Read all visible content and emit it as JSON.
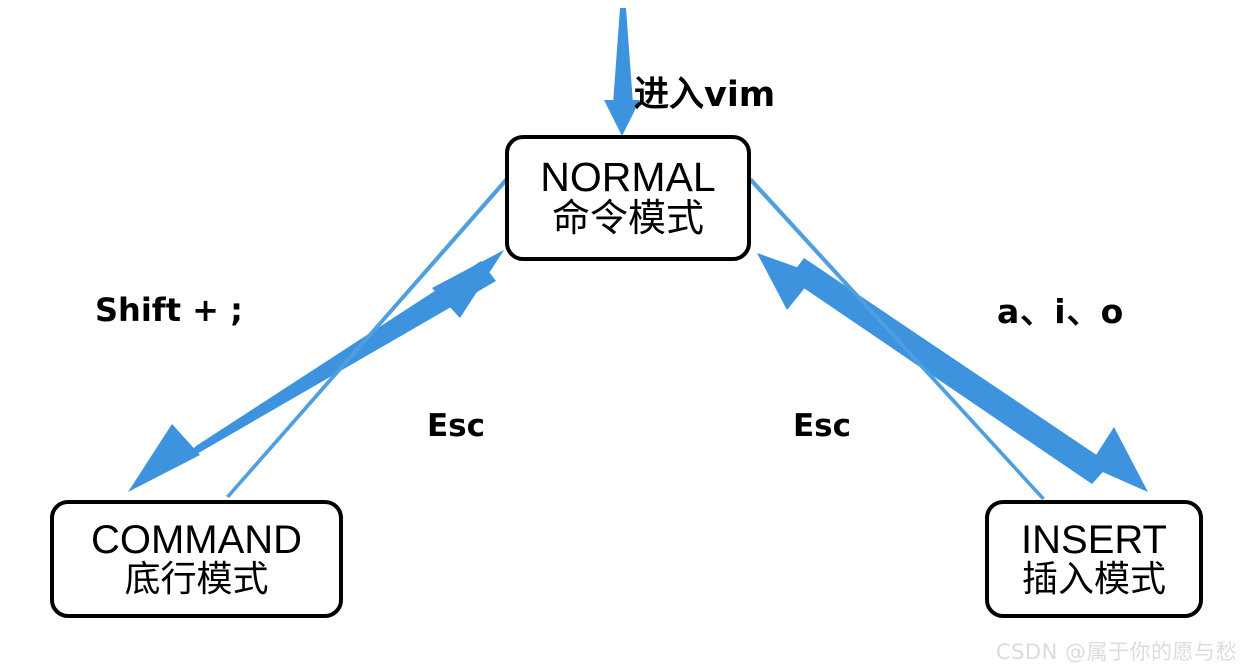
{
  "diagram": {
    "title": "vim mode switching diagram",
    "accent_color": "#3d93dd",
    "line_color": "#000000",
    "background": "#ffffff",
    "boxes": [
      {
        "id": "normal",
        "name_en": "NORMAL",
        "name_cn": "命令模式"
      },
      {
        "id": "command",
        "name_en": "COMMAND",
        "name_cn": "底行模式"
      },
      {
        "id": "insert",
        "name_en": "INSERT",
        "name_cn": "插入模式"
      }
    ],
    "labels": {
      "enter_vim": "进入vim",
      "shift_semicolon": "Shift + ;",
      "a_i_o": "a、i、o",
      "esc_left": "Esc",
      "esc_right": "Esc"
    },
    "edges": [
      {
        "from": "entry",
        "to": "normal",
        "label": "进入vim",
        "arrow": "single-down"
      },
      {
        "from": "normal",
        "to": "command",
        "label": "Shift + ;",
        "arrow": "double"
      },
      {
        "from": "command",
        "to": "normal",
        "label": "Esc",
        "arrow": "double"
      },
      {
        "from": "normal",
        "to": "insert",
        "label": "a、i、o",
        "arrow": "double"
      },
      {
        "from": "insert",
        "to": "normal",
        "label": "Esc",
        "arrow": "double"
      }
    ]
  },
  "watermark": {
    "text": "CSDN @属于你的愿与愁"
  }
}
